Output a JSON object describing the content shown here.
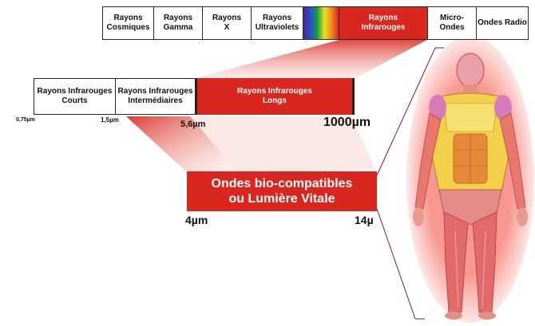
{
  "top_band": [
    {
      "id": "cosmic",
      "label": "Rayons\nCosmiques"
    },
    {
      "id": "gamma",
      "label": "Rayons\nGamma"
    },
    {
      "id": "x",
      "label": "Rayons\nX"
    },
    {
      "id": "uv",
      "label": "Rayons\nUltraviolets"
    },
    {
      "id": "visible",
      "label": ""
    },
    {
      "id": "ir",
      "label": "Rayons\nInfrarouges"
    },
    {
      "id": "micro",
      "label": "Micro-Ondes"
    },
    {
      "id": "radio",
      "label": "Ondes Radio"
    }
  ],
  "ir_band": {
    "short": "Rayons Infrarouges\nCourts",
    "mid": "Rayons Infrarouges\nIntermédiaires",
    "long": "Rayons Infrarouges\nLongs"
  },
  "ir_ticks": {
    "t1": "0,75µm",
    "t2": "1,5µm",
    "t3": "5,6µm",
    "t4": "1000µm"
  },
  "bio": {
    "title": "Ondes bio-compatibles\nou Lumière Vitale",
    "left_tick": "4µm",
    "right_tick": "14µ"
  },
  "colors": {
    "red": "#d9261e",
    "glow": "#f6a09a"
  }
}
